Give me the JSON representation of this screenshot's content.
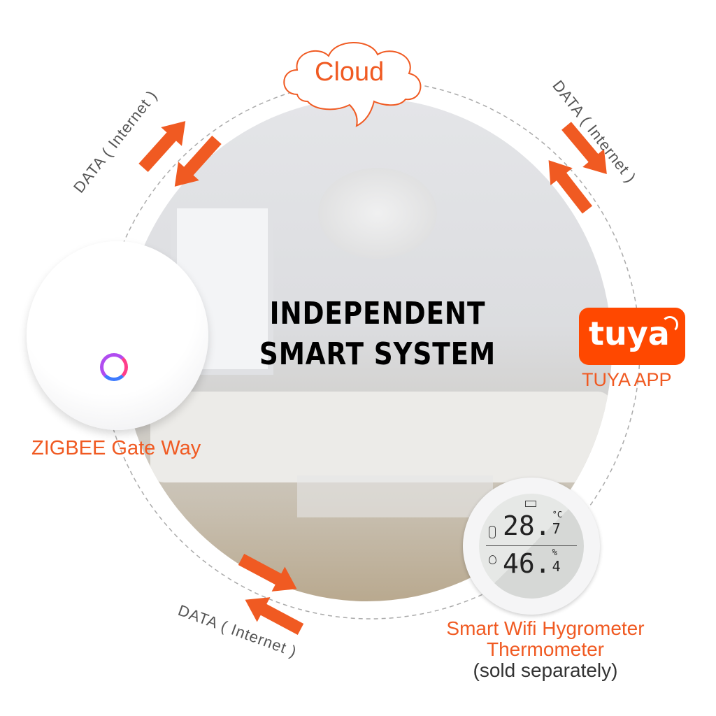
{
  "title": {
    "line1": "INDEPENDENT",
    "line2": "SMART SYSTEM"
  },
  "cloud": {
    "label": "Cloud"
  },
  "data_labels": {
    "top_left": "DATA ( Internet )",
    "top_right": "DATA ( Internet )",
    "bottom": "DATA ( Internet )"
  },
  "gateway": {
    "label": "ZIGBEE Gate Way"
  },
  "tuya": {
    "logo_text": "tuya",
    "label": "TUYA APP"
  },
  "hygrometer": {
    "line1": "Smart Wifi Hygrometer",
    "line2": "Thermometer",
    "line3": "(sold separately)",
    "temp_main": "28.",
    "temp_decimal": "7",
    "temp_unit": "°C",
    "humidity_main": "46.",
    "humidity_decimal": "4",
    "humidity_unit": "%"
  },
  "colors": {
    "accent": "#f05a22",
    "tuya_brand": "#ff4800",
    "text_gray": "#555555"
  }
}
